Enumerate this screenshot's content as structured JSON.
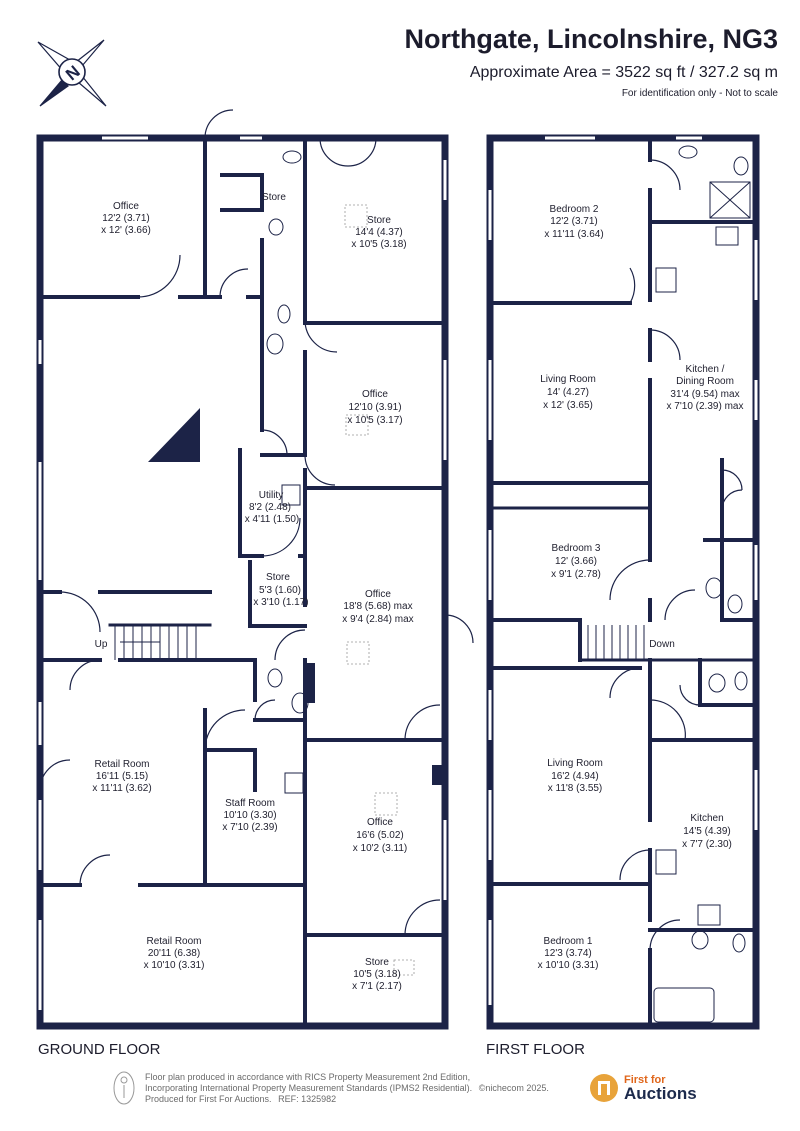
{
  "header": {
    "title": "Northgate, Lincolnshire, NG3",
    "area": "Approximate Area = 3522 sq ft / 327.2 sq m",
    "note": "For identification only - Not to scale"
  },
  "compass": {
    "letter": "N"
  },
  "ground_floor": {
    "label": "GROUND FLOOR",
    "stairs_label": "Up",
    "rooms": [
      {
        "name": "Office",
        "dim1": "12'2 (3.71)",
        "dim2": "x 12' (3.66)"
      },
      {
        "name": "Store",
        "dim1": "",
        "dim2": ""
      },
      {
        "name": "Store",
        "dim1": "14'4 (4.37)",
        "dim2": "x 10'5 (3.18)"
      },
      {
        "name": "Office",
        "dim1": "12'10 (3.91)",
        "dim2": "x 10'5 (3.17)"
      },
      {
        "name": "Utility",
        "dim1": "8'2 (2.48)",
        "dim2": "x 4'11 (1.50)"
      },
      {
        "name": "Store",
        "dim1": "5'3 (1.60)",
        "dim2": "x 3'10 (1.17)"
      },
      {
        "name": "Office",
        "dim1": "18'8 (5.68) max",
        "dim2": "x 9'4 (2.84) max"
      },
      {
        "name": "Retail Room",
        "dim1": "16'11 (5.15)",
        "dim2": "x 11'11 (3.62)"
      },
      {
        "name": "Staff Room",
        "dim1": "10'10 (3.30)",
        "dim2": "x 7'10 (2.39)"
      },
      {
        "name": "Office",
        "dim1": "16'6 (5.02)",
        "dim2": "x 10'2 (3.11)"
      },
      {
        "name": "Retail Room",
        "dim1": "20'11 (6.38)",
        "dim2": "x 10'10 (3.31)"
      },
      {
        "name": "Store",
        "dim1": "10'5 (3.18)",
        "dim2": "x 7'1 (2.17)"
      }
    ]
  },
  "first_floor": {
    "label": "FIRST FLOOR",
    "stairs_label": "Down",
    "rooms": [
      {
        "name": "Bedroom 2",
        "dim1": "12'2 (3.71)",
        "dim2": "x 11'11 (3.64)"
      },
      {
        "name": "Living Room",
        "dim1": "14' (4.27)",
        "dim2": "x 12' (3.65)"
      },
      {
        "name": "Kitchen /",
        "dim1": "Dining Room",
        "dim2": "31'4 (9.54) max",
        "dim3": "x 7'10 (2.39) max"
      },
      {
        "name": "Bedroom 3",
        "dim1": "12' (3.66)",
        "dim2": "x 9'1 (2.78)"
      },
      {
        "name": "Living Room",
        "dim1": "16'2 (4.94)",
        "dim2": "x 11'8 (3.55)"
      },
      {
        "name": "Kitchen",
        "dim1": "14'5 (4.39)",
        "dim2": "x 7'7 (2.30)"
      },
      {
        "name": "Bedroom 1",
        "dim1": "12'3 (3.74)",
        "dim2": "x 10'10 (3.31)"
      }
    ]
  },
  "footer": {
    "line1": "Floor plan produced in accordance with RICS Property Measurement 2nd Edition,",
    "line2": "Incorporating International Property Measurement Standards (IPMS2 Residential).",
    "copyright": "©nichecom 2025.",
    "line3": "Produced for First For Auctions.",
    "ref": "REF: 1325982",
    "brand_line1": "First for",
    "brand_line2": "Auctions"
  },
  "colors": {
    "wall": "#1c2347",
    "brand_orange": "#e8a33a",
    "brand_navy": "#1c2a4c"
  }
}
